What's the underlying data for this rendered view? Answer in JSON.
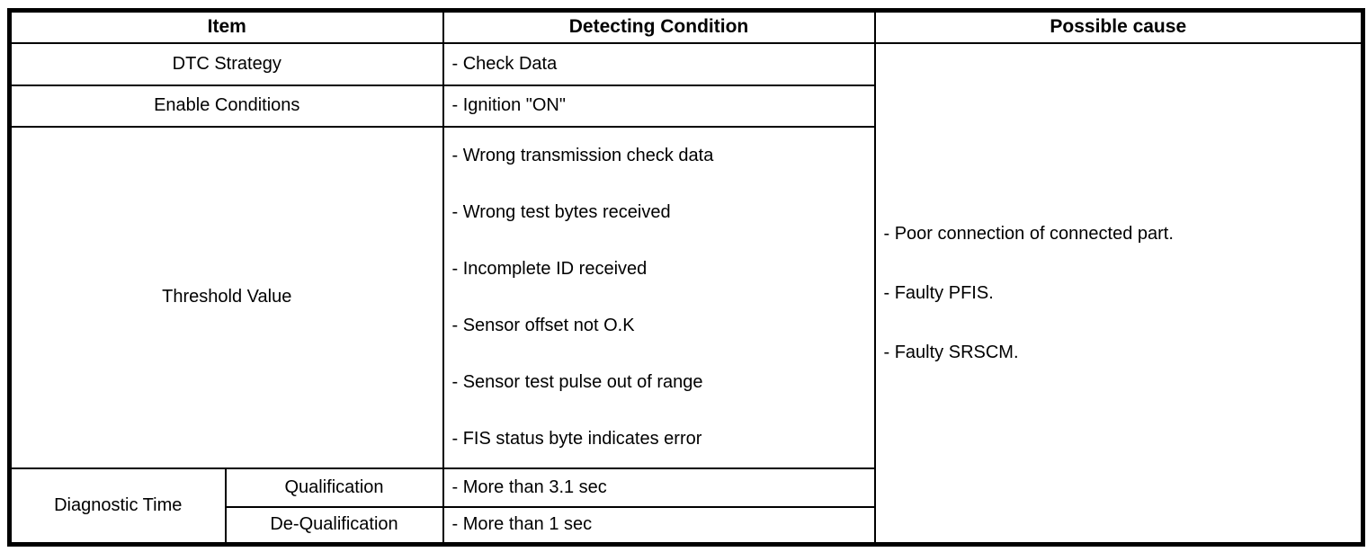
{
  "colors": {
    "background": "#ffffff",
    "border": "#000000",
    "text": "#000000"
  },
  "table": {
    "headers": [
      "Item",
      "Detecting Condition",
      "Possible cause"
    ],
    "rows": {
      "dtc_strategy": {
        "item": "DTC Strategy",
        "condition": "- Check Data"
      },
      "enable_conditions": {
        "item": "Enable Conditions",
        "condition": "- Ignition \"ON\""
      },
      "threshold_value": {
        "item": "Threshold Value",
        "conditions": [
          "- Wrong transmission check data",
          "- Wrong test bytes received",
          "- Incomplete ID received",
          "- Sensor offset not O.K",
          "- Sensor test pulse out of range",
          "- FIS status byte indicates error"
        ]
      },
      "diagnostic_time": {
        "item": "Diagnostic Time",
        "sub_rows": [
          {
            "label": "Qualification",
            "condition": "- More than 3.1 sec"
          },
          {
            "label": "De-Qualification",
            "condition": "- More than 1 sec"
          }
        ]
      }
    },
    "possible_causes": [
      "- Poor connection of connected part.",
      "- Faulty PFIS.",
      "- Faulty SRSCM."
    ]
  }
}
